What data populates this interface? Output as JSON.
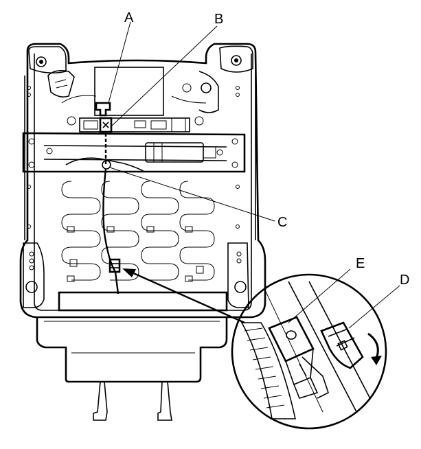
{
  "diagram": {
    "callouts": [
      {
        "id": "A",
        "text": "A"
      },
      {
        "id": "B",
        "text": "B"
      },
      {
        "id": "C",
        "text": "C"
      },
      {
        "id": "D",
        "text": "D"
      },
      {
        "id": "E",
        "text": "E"
      }
    ]
  }
}
